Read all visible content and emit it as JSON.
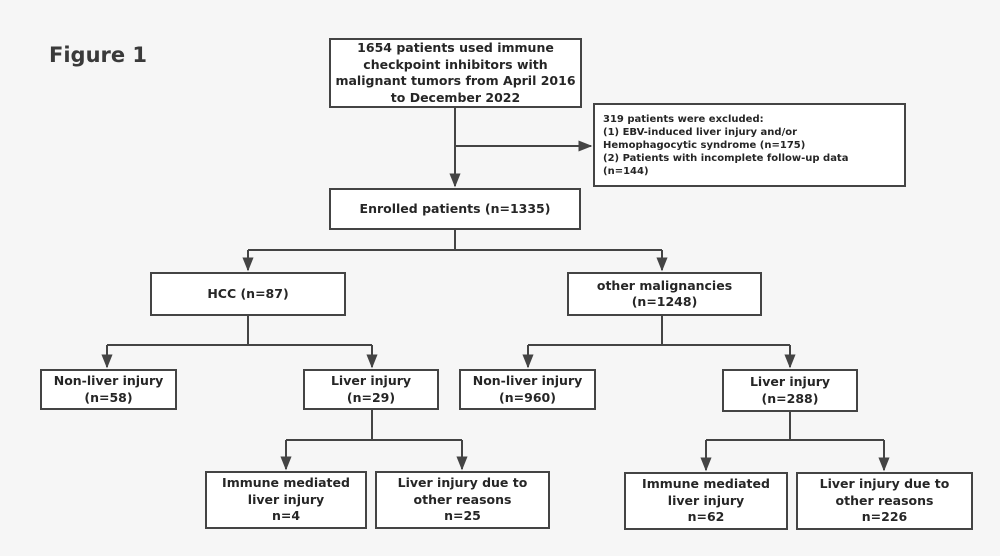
{
  "figure_title": "Figure 1",
  "nodes": {
    "top": [
      "1654 patients used immune",
      "checkpoint inhibitors with",
      "malignant tumors from April 2016",
      "to December 2022"
    ],
    "excluded": [
      "319 patients were excluded:",
      "(1) EBV-induced liver injury and/or",
      "Hemophagocytic syndrome  (n=175)",
      "(2) Patients with incomplete follow-up data",
      "(n=144)"
    ],
    "enrolled": [
      "Enrolled patients (n=1335)"
    ],
    "hcc": [
      "HCC (n=87)"
    ],
    "other": [
      "other malignancies",
      "(n=1248)"
    ],
    "hcc_nonliver": [
      "Non-liver injury",
      "(n=58)"
    ],
    "hcc_liver": [
      "Liver injury",
      "(n=29)"
    ],
    "other_nonliver": [
      "Non-liver injury",
      "(n=960)"
    ],
    "other_liver": [
      "Liver injury",
      "(n=288)"
    ],
    "hcc_immune": [
      "Immune mediated",
      "liver injury",
      "n=4"
    ],
    "hcc_otherreason": [
      "Liver injury due to",
      "other reasons",
      "n=25"
    ],
    "other_immune": [
      "Immune mediated",
      "liver injury",
      "n=62"
    ],
    "other_otherreason": [
      "Liver injury due to",
      "other reasons",
      "n=226"
    ]
  }
}
